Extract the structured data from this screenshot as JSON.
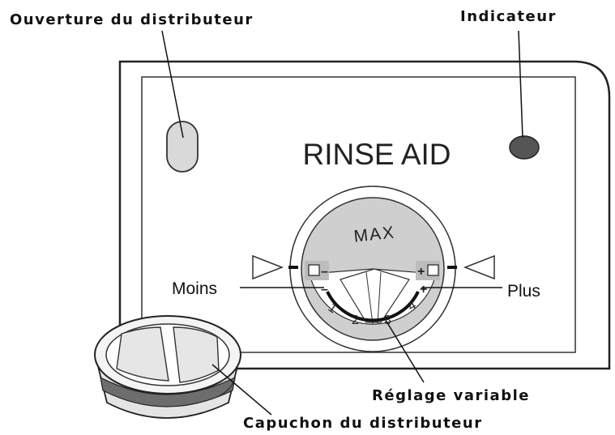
{
  "labels": {
    "opening": "Ouverture du distributeur",
    "indicator": "Indicateur",
    "panel_title": "RINSE AID",
    "max": "MAX",
    "minus": "Moins",
    "plus": "Plus",
    "variable_setting": "Réglage variable",
    "cap": "Capuchon du distributeur"
  },
  "dial": {
    "positions": [
      "1",
      "2",
      "3",
      "4"
    ],
    "minus_sign": "–",
    "plus_sign": "+"
  },
  "colors": {
    "indicator": "#555555",
    "dial_grey": "#cfcfcf",
    "line": "#111111"
  }
}
